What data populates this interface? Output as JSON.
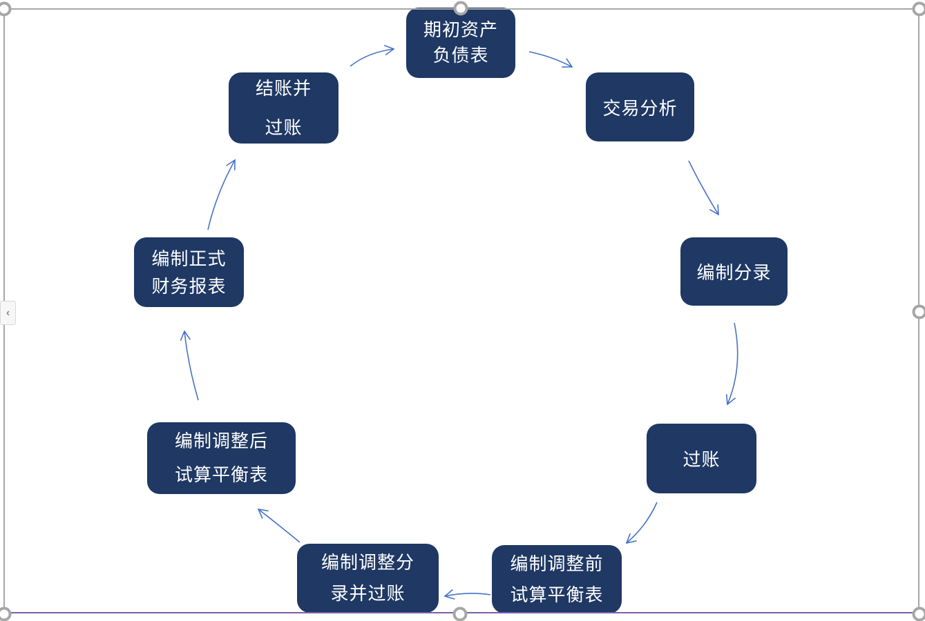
{
  "diagram": {
    "nodes": [
      {
        "id": "opening-balance-sheet",
        "lines": [
          "期初资产",
          "负债表"
        ]
      },
      {
        "id": "transaction-analysis",
        "lines": [
          "交易分析"
        ]
      },
      {
        "id": "prepare-journal-entries",
        "lines": [
          "编制分录"
        ]
      },
      {
        "id": "posting",
        "lines": [
          "过账"
        ]
      },
      {
        "id": "pre-adjustment-trial-balance",
        "lines": [
          "编制调整前",
          "试算平衡表"
        ]
      },
      {
        "id": "adjusting-entries-and-posting",
        "lines": [
          "编制调整分",
          "录并过账"
        ]
      },
      {
        "id": "post-adjustment-trial-balance",
        "lines": [
          "编制调整后",
          "试算平衡表"
        ]
      },
      {
        "id": "formal-financial-statements",
        "lines": [
          "编制正式",
          "财务报表"
        ]
      },
      {
        "id": "closing-and-posting",
        "lines": [
          "结账并",
          "过账"
        ]
      }
    ],
    "edges": [
      {
        "from": "opening-balance-sheet",
        "to": "transaction-analysis"
      },
      {
        "from": "transaction-analysis",
        "to": "prepare-journal-entries"
      },
      {
        "from": "prepare-journal-entries",
        "to": "posting"
      },
      {
        "from": "posting",
        "to": "pre-adjustment-trial-balance"
      },
      {
        "from": "pre-adjustment-trial-balance",
        "to": "adjusting-entries-and-posting"
      },
      {
        "from": "adjusting-entries-and-posting",
        "to": "post-adjustment-trial-balance"
      },
      {
        "from": "post-adjustment-trial-balance",
        "to": "formal-financial-statements"
      },
      {
        "from": "formal-financial-statements",
        "to": "closing-and-posting"
      },
      {
        "from": "closing-and-posting",
        "to": "opening-balance-sheet"
      }
    ],
    "colors": {
      "node_fill": "#1F3864",
      "node_text": "#FFFFFF",
      "arrow": "#4472C4",
      "selection_frame": "#A6A6A6",
      "bottom_border": "#7B5EA7"
    }
  },
  "chrome": {
    "collapse_button_icon": "‹"
  }
}
